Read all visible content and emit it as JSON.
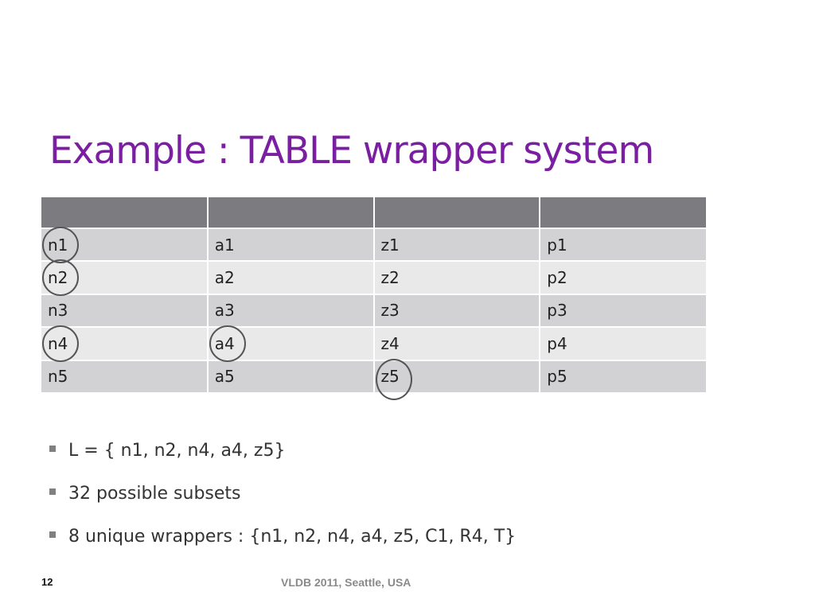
{
  "slide": {
    "title": "Example : TABLE wrapper system",
    "page_number": "12",
    "footer": "VLDB 2011, Seattle, USA"
  },
  "table": {
    "headers": [
      "",
      "",
      "",
      ""
    ],
    "rows": [
      [
        "n1",
        "a1",
        "z1",
        "p1"
      ],
      [
        "n2",
        "a2",
        "z2",
        "p2"
      ],
      [
        "n3",
        "a3",
        "z3",
        "p3"
      ],
      [
        "n4",
        "a4",
        "z4",
        "p4"
      ],
      [
        "n5",
        "a5",
        "z5",
        "p5"
      ]
    ],
    "circled_cells": [
      "n1",
      "n2",
      "n4",
      "a4",
      "z5"
    ]
  },
  "bullets": [
    "L = { n1, n2, n4, a4, z5}",
    "32 possible subsets",
    "8 unique wrappers : {n1, n2, n4, a4, z5, C1, R4, T}"
  ],
  "colors": {
    "title": "#7b1fa2",
    "header_fill": "#7b7b80",
    "row_dark": "#d2d2d4",
    "row_light": "#e9e9ea"
  }
}
